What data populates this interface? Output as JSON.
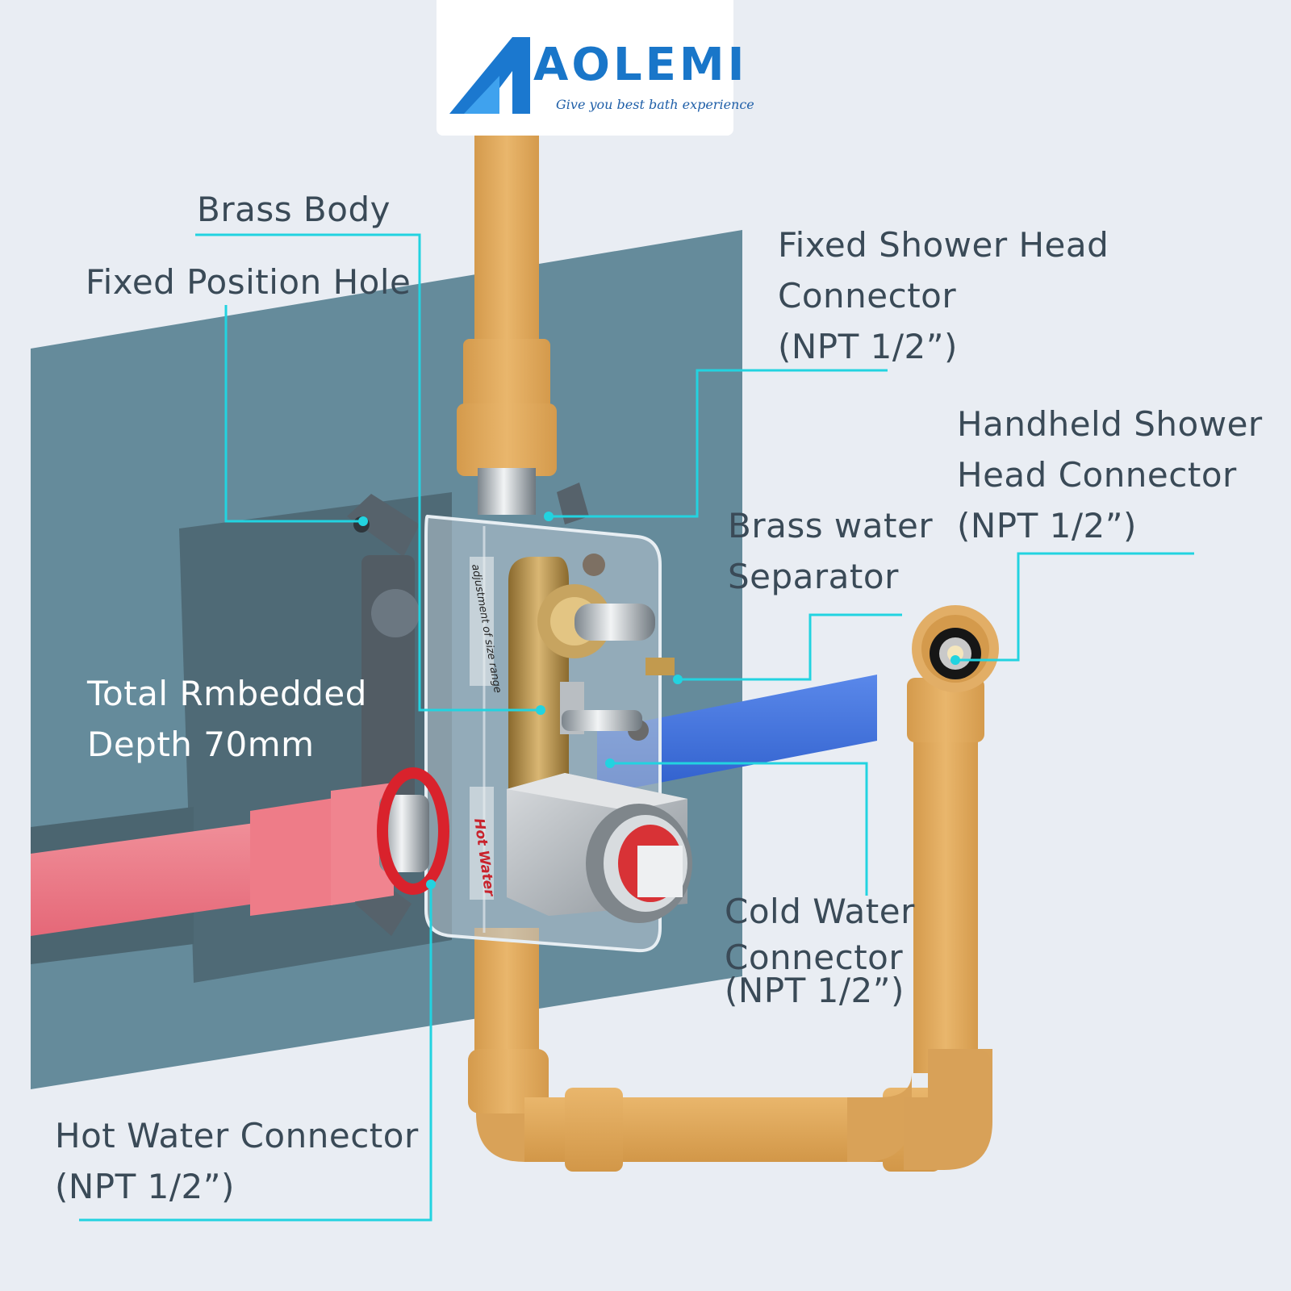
{
  "brand": {
    "name": "AOLEMI",
    "tagline": "Give you best bath experience"
  },
  "box_print": {
    "side": "adjustment of size range",
    "hot": "Hot Water"
  },
  "labels": {
    "brass_body": "Brass Body",
    "fixed_position_hole": "Fixed Position Hole",
    "fixed_shower": [
      "Fixed Shower Head",
      "Connector",
      "(NPT 1/2”)"
    ],
    "handheld_shower": [
      "Handheld Shower",
      "Head Connector",
      "(NPT 1/2”)"
    ],
    "brass_separator": [
      "Brass water",
      "Separator"
    ],
    "embedded_depth": [
      "Total Rmbedded",
      "Depth 70mm"
    ],
    "cold_water": [
      "Cold Water",
      "Connector",
      "(NPT 1/2”)"
    ],
    "hot_water": [
      "Hot Water Connector",
      "(NPT 1/2”)"
    ]
  },
  "colors": {
    "background": "#e9edf3",
    "wall": "#658b9b",
    "wall_shadow": "#4b6570",
    "pipe_orange": "#e0ad62",
    "pipe_hot": "#ee7a86",
    "pipe_cold": "#4070d8",
    "leader": "#22d3e0",
    "text": "#3a4a57"
  }
}
